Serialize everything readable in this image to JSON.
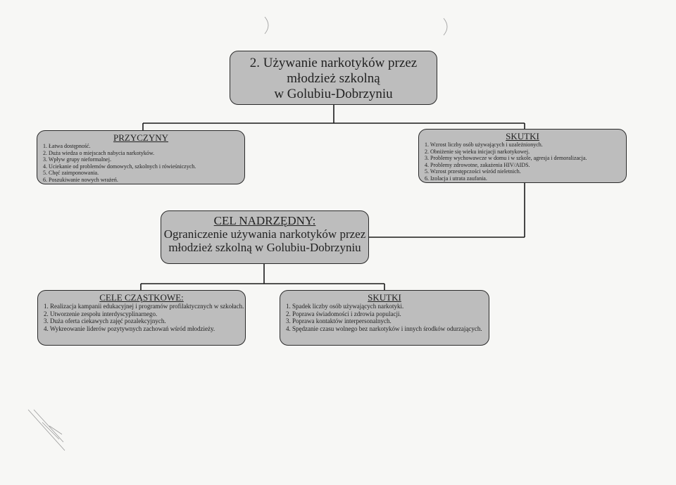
{
  "title": {
    "line1": "2. Używanie narkotyków przez",
    "line2": "młodzież szkolną",
    "line3": "w Golubiu-Dobrzyniu"
  },
  "przyczyny": {
    "header": "PRZYCZYNY",
    "items": [
      "1. Łatwa dostępność.",
      "2. Duża wiedza o miejscach nabycia narkotyków.",
      "3. Wpływ grupy nieformalnej.",
      "4. Uciekanie od problemów domowych, szkolnych i rówieśniczych.",
      "5. Chęć zaimponowania.",
      "6. Poszukiwanie nowych wrażeń."
    ]
  },
  "skutki_top": {
    "header": "SKUTKI",
    "items": [
      "1. Wzrost liczby osób używających i uzależnionych.",
      "2. Obniżenie się wieku inicjacji narkotykowej.",
      "3. Problemy wychowawcze w domu i w szkole, agresja i demoralizacja.",
      "4. Problemy zdrowotne, zakażenia HIV/AIDS.",
      "5. Wzrost przestępczości wśród nieletnich.",
      "6. Izolacja i utrata zaufania."
    ]
  },
  "cel": {
    "header": "CEL NADRZĘDNY:",
    "line1": "Ograniczenie używania narkotyków przez",
    "line2": "młodzież szkolną w Golubiu-Dobrzyniu"
  },
  "cele_czastkowe": {
    "header": "CELE CZĄSTKOWE:",
    "items": [
      "1. Realizacja kampanii edukacyjnej i programów profilaktycznych w szkołach.",
      "2. Utworzenie zespołu interdyscyplinarnego.",
      "3. Duża oferta ciekawych zajęć pozalekcyjnych.",
      "4. Wykreowanie liderów pozytywnych zachowań wśród młodzieży."
    ]
  },
  "skutki_bottom": {
    "header": "SKUTKI",
    "items": [
      "1. Spadek liczby osób używających narkotyki.",
      "2. Poprawa świadomości i zdrowia populacji.",
      "3. Poprawa kontaktów interpersonalnych.",
      "4. Spędzanie czasu wolnego bez narkotyków i innych środków odurzających."
    ]
  },
  "colors": {
    "box_fill": "#bdbdbd",
    "line": "#1a1a1a",
    "paper": "#f7f7f5"
  }
}
